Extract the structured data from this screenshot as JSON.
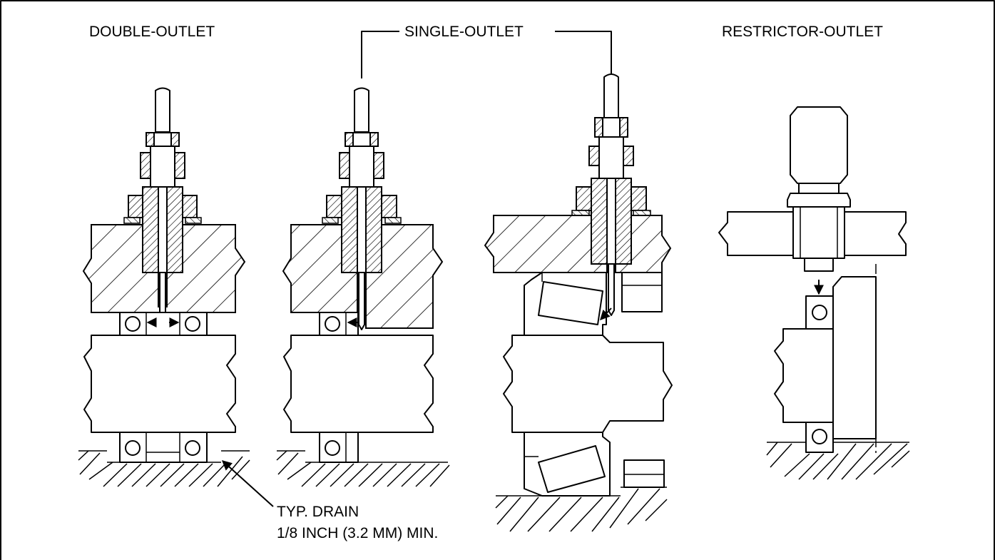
{
  "diagram": {
    "labels": {
      "double_outlet": "DOUBLE-OUTLET",
      "single_outlet": "SINGLE-OUTLET",
      "restrictor_outlet": "RESTRICTOR-OUTLET",
      "drain_line1": "TYP. DRAIN",
      "drain_line2": "1/8 INCH (3.2 MM) MIN."
    },
    "colors": {
      "line": "#000000",
      "background": "#ffffff"
    }
  }
}
